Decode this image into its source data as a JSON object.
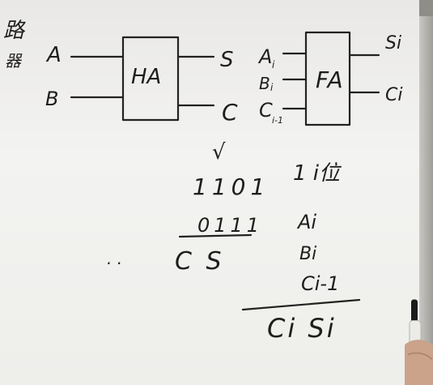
{
  "left_margin": {
    "top_char": "路",
    "bottom_char": "器"
  },
  "half_adder": {
    "label": "HA",
    "inputs": [
      "A",
      "B"
    ],
    "outputs": [
      "S",
      "C"
    ]
  },
  "full_adder": {
    "label": "FA",
    "inputs": [
      "Ai",
      "Bi",
      "Ci-1"
    ],
    "input_main": [
      "A",
      "B",
      "C"
    ],
    "input_sub": [
      "i",
      "i",
      "i-1"
    ],
    "outputs": [
      "Si",
      "Ci"
    ]
  },
  "half_add_example": {
    "check": "√",
    "row1": "1101",
    "row2": "0111",
    "result": "C S",
    "dots": ". ."
  },
  "full_add_example": {
    "note": "1 i位",
    "rows": [
      "Ai",
      "Bi",
      "Ci-1"
    ],
    "result": "Ci Si"
  },
  "colors": {
    "board": "#f0f0ee",
    "ink": "#222222",
    "frame": "#b8b6b1"
  }
}
